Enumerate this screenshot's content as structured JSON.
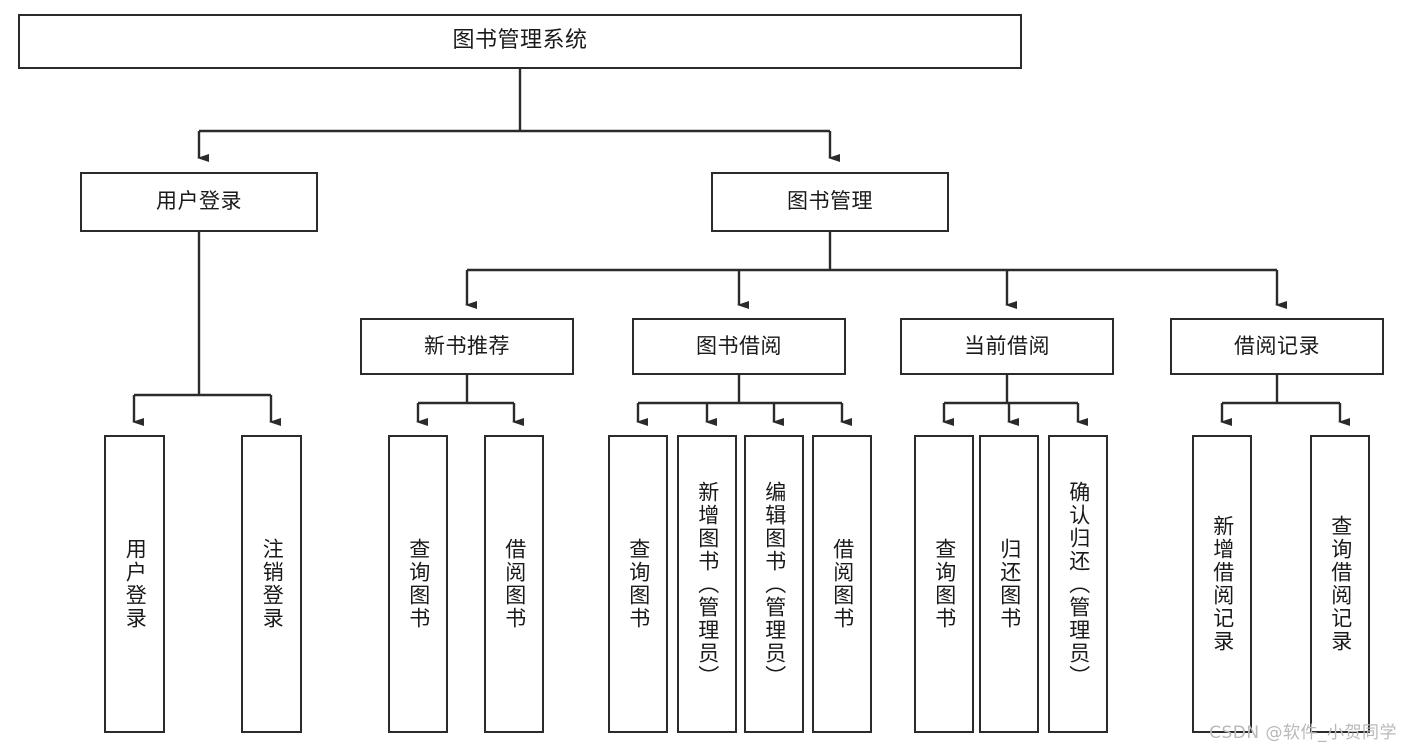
{
  "diagram": {
    "title": "图书管理系统",
    "type": "tree-hierarchy-chart",
    "colors": {
      "stroke": "#2b2b2b",
      "fill": "#ffffff",
      "text": "#1a1a1a",
      "watermark": "#b9b9b9"
    },
    "root": {
      "label": "图书管理系统"
    },
    "level2": [
      {
        "label": "用户登录"
      },
      {
        "label": "图书管理"
      }
    ],
    "level3": [
      {
        "label": "新书推荐"
      },
      {
        "label": "图书借阅"
      },
      {
        "label": "当前借阅"
      },
      {
        "label": "借阅记录"
      }
    ],
    "leaves": {
      "user_login": [
        {
          "label": "用户登录"
        },
        {
          "label": "注销登录"
        }
      ],
      "new_book_recommend": [
        {
          "label": "查询图书"
        },
        {
          "label": "借阅图书"
        }
      ],
      "book_borrow": [
        {
          "label": "查询图书"
        },
        {
          "label": "新增图书（管理员）"
        },
        {
          "label": "编辑图书（管理员）"
        },
        {
          "label": "借阅图书"
        }
      ],
      "current_borrow": [
        {
          "label": "查询图书"
        },
        {
          "label": "归还图书"
        },
        {
          "label": "确认归还（管理员）"
        }
      ],
      "borrow_record": [
        {
          "label": "新增借阅记录"
        },
        {
          "label": "查询借阅记录"
        }
      ]
    }
  },
  "watermark": {
    "text": "CSDN @软件_小贺同学"
  }
}
